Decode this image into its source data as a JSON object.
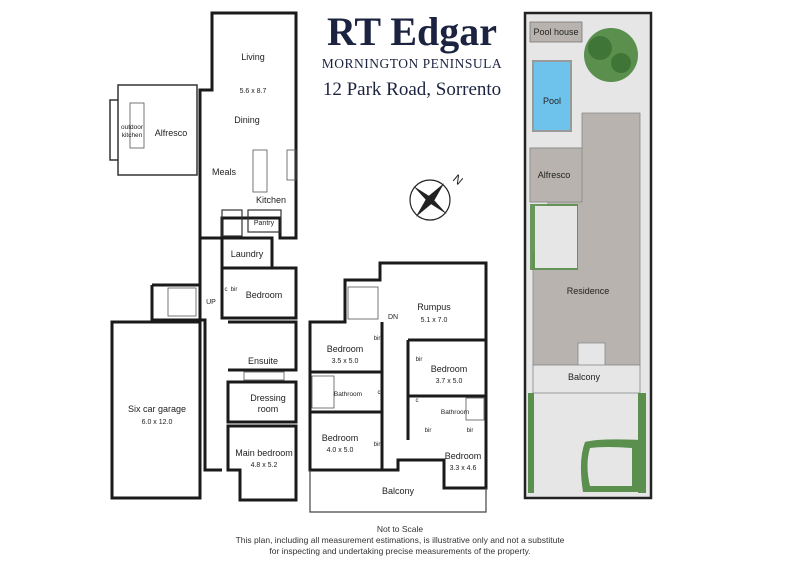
{
  "brand": {
    "title": "RT Edgar",
    "subtitle": "MORNINGTON PENINSULA",
    "address": "12 Park Road, Sorrento"
  },
  "ground_floor": {
    "living": "Living",
    "living_dim": "5.6 x 8.7",
    "dining": "Dining",
    "meals": "Meals",
    "kitchen": "Kitchen",
    "pantry": "Pantry",
    "alfresco": "Alfresco",
    "outdoor_kitchen_1": "outdoor",
    "outdoor_kitchen_2": "kitchen",
    "laundry": "Laundry",
    "bedroom": "Bedroom",
    "ensuite": "Ensuite",
    "dressing_1": "Dressing",
    "dressing_2": "room",
    "main_bedroom": "Main bedroom",
    "main_bedroom_dim": "4.8 x 5.2",
    "garage": "Six car garage",
    "garage_dim": "6.0 x 12.0",
    "up": "UP",
    "bir": "bir",
    "c": "c"
  },
  "first_floor": {
    "rumpus": "Rumpus",
    "rumpus_dim": "5.1 x 7.0",
    "dn": "DN",
    "bedroom_a": "Bedroom",
    "bedroom_a_dim": "3.5 x 5.0",
    "bedroom_b": "Bedroom",
    "bedroom_b_dim": "3.7 x 5.0",
    "bedroom_c": "Bedroom",
    "bedroom_c_dim": "4.0 x 5.0",
    "bedroom_d": "Bedroom",
    "bedroom_d_dim": "3.3 x 4.6",
    "bathroom": "Bathroom",
    "balcony": "Balcony",
    "bir": "bir",
    "c": "c"
  },
  "site_plan": {
    "pool_house": "Pool house",
    "pool": "Pool",
    "alfresco": "Alfresco",
    "residence": "Residence",
    "balcony": "Balcony"
  },
  "disclaimer": {
    "line1": "Not to Scale",
    "line2": "This plan, including all measurement estimations, is illustrative only and not a substitute",
    "line3": "for inspecting and undertaking precise measurements of the property."
  },
  "colors": {
    "brand": "#1c2340",
    "wall": "#1a1a1a",
    "site_building": "#b8b3ae",
    "site_lawn": "#e6e6e6",
    "pool": "#6ec3ec",
    "garden": "#5a8f4e"
  }
}
